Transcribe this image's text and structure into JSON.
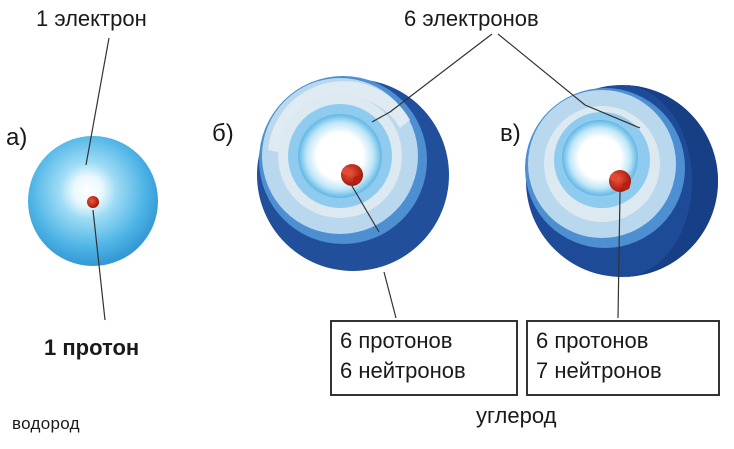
{
  "atoms": {
    "a": {
      "letter": "а)",
      "electron_label": "1 электрон",
      "proton_label": "1 протон",
      "caption": "водород"
    },
    "b": {
      "letter": "б)",
      "protons": "6 протонов",
      "neutrons": "6 нейтронов"
    },
    "c": {
      "letter": "в)",
      "protons": "6 протонов",
      "neutrons": "7 нейтронов"
    }
  },
  "shared": {
    "electrons_label": "6 электронов",
    "carbon_caption": "углерод"
  },
  "colors": {
    "hydrogen_outer": "#3a9fd8",
    "hydrogen_inner": "#e8f7fd",
    "carbon_outer": "#1f4f9a",
    "carbon_mid": "#6fb3df",
    "carbon_band": "#d9e8f2",
    "nucleus": "#c62818",
    "leader_line": "#333333"
  }
}
